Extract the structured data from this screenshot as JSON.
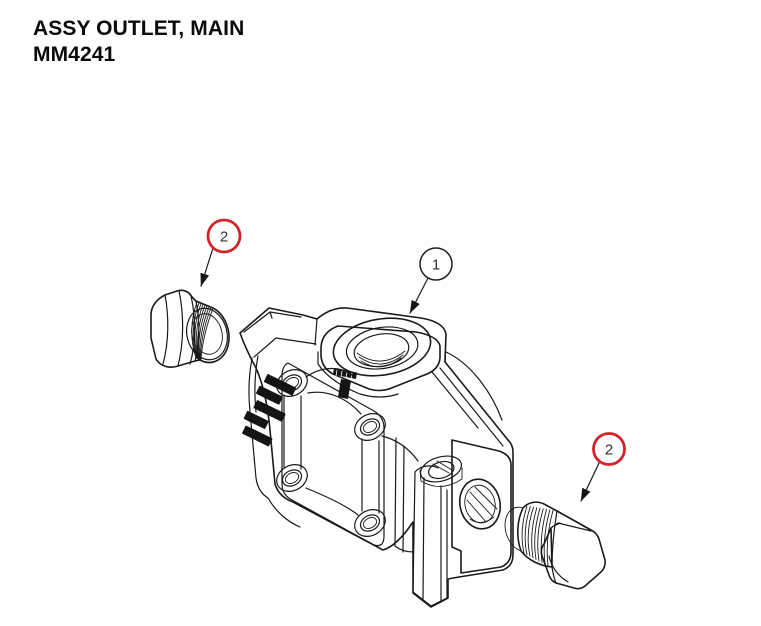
{
  "header": {
    "title": "ASSY OUTLET, MAIN",
    "part_number": "MM4241"
  },
  "diagram": {
    "type": "exploded-parts-view",
    "callouts": [
      {
        "label": "2",
        "style": "red"
      },
      {
        "label": "1",
        "style": "black"
      },
      {
        "label": "2",
        "style": "red"
      }
    ]
  },
  "colors": {
    "background": "#FFFFFF",
    "line": "#1A1A1A",
    "callout_red": "#D2232A",
    "callout_dark": "#1F1F1F",
    "callout_number": "#333333",
    "title": "#0A0A0A"
  }
}
